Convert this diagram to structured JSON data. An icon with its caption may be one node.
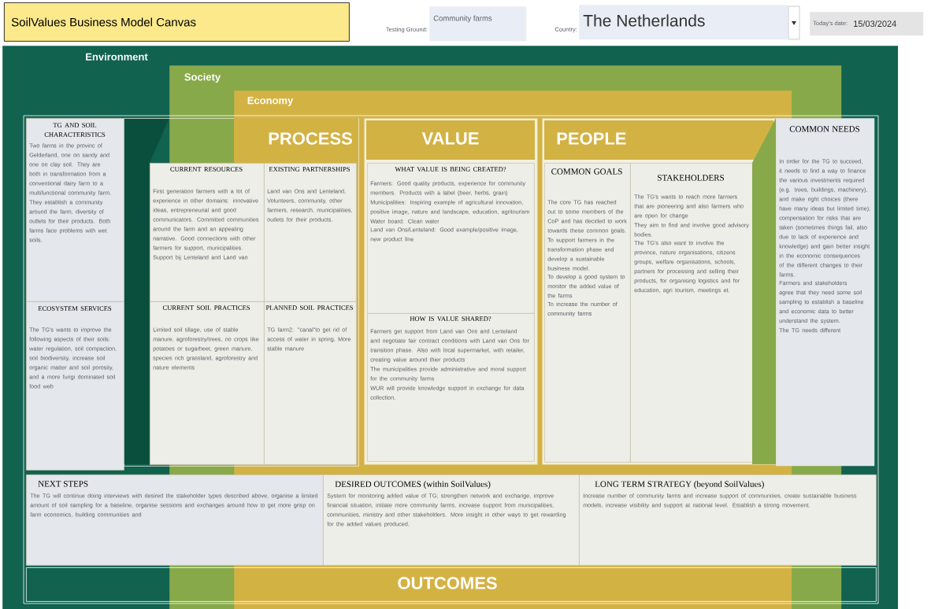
{
  "diagram": {
    "nodes": [
      {
        "text": [
          "SoilValues Business Model Canvas"
        ]
      },
      {
        "text": [
          "Community farms"
        ],
        "beside": [
          "Testing Ground:"
        ]
      },
      {
        "text": [
          "The Netherlands"
        ],
        "beside": [
          "Country:"
        ]
      },
      {
        "text": [
          "Today's date:",
          "15/03/2024"
        ]
      },
      {
        "text": [
          "Environment"
        ]
      },
      {
        "text": [
          "Society"
        ],
        "in": 4
      },
      {
        "text": [
          "Economy"
        ],
        "in": 5
      },
      {
        "text": [
          "TG AND SOIL CHARACTERISTICS",
          "Two farms in the provinc of Gelderland, one on sandy and one on clay soil. They are both in transformation from a conventional dairy farm to a multifunctional community farm. They establish a community around the farm, diversity of outlets for their products. Both farms face problems with wet soils."
        ],
        "in": 4
      },
      {
        "text": [
          "ECOSYSTEM SERVICES",
          "The TG's wants to improve the following aspects of their soils: water regulation, soil compaction, soil biodiversity, increase soil organic matter and soil porosity, and a more fungi dominated soil food web"
        ],
        "in": 4
      },
      {
        "text": [
          "PROCESS"
        ],
        "in": 4
      },
      {
        "text": [
          "CURRENT RESOURCES",
          "First generation farmers with a lot of experience in other domains: innovative ideas, entrepreneurial and good communicators. Committed communities around the farm and an appealing narrative. Good connections with other farmers for support, municipalities. Support bij Lenteland and Land van"
        ],
        "in": 9
      },
      {
        "text": [
          "EXISTING PARTNERSHIPS",
          "Land van Ons and Lenteland, Volunteers, community, other farmers, research, municipalities, outlets for their products."
        ]
      },
      {
        "text": [
          "CURRENT SOIL PRACTICES",
          "Limited soil tillage, use of stable manure, agroforestry/trees, no crops like potatoes or sugarbeet, green manure, species rich grassland, agroforestry and nature elements"
        ],
        "in": 9
      },
      {
        "text": [
          "PLANNED SOIL PRACTICES",
          "TG farm2: \"canal\"to get rid of access of water in spring, More stable manure"
        ]
      },
      {
        "text": [
          "VALUE"
        ],
        "in": 6
      },
      {
        "text": [
          "WHAT VALUE IS BEING CREATED?",
          "Farmers: Good quality products, experience for community members. Products with a label (beer, herbs, grain)",
          "Municipalities: Inspiring example of agricultural innovation, positive image, nature and landscape, education, agritourism",
          "Water board: Clean water",
          "Land van Ons/Lenteland: Good example/positive image, new product line"
        ],
        "in": 14
      },
      {
        "text": [
          "HOW IS VALUE SHARED?",
          "Farmers get support from Land van Ons and Lenteland and negotiate fair contract conditions with Land van Ons for transition phase. Also with local supermarket, with retailer, creating value around thier products",
          "The municipalities provide administrative and moral support for the community farms",
          "WUR will provide knowledge support in exchange for data collection."
        ],
        "in": 14
      },
      {
        "text": [
          "PEOPLE"
        ],
        "in": 6
      },
      {
        "text": [
          "COMMON GOALS",
          "The core TG has reached out to some members of the CoP and has decided to work towards these common goals.",
          "To support farmers in the transformation phase and develop a sustainable business model.",
          "To develop a good system to monitor the added value of the farms",
          "To increase the number of community farms"
        ],
        "in": 17
      },
      {
        "text": [
          "STAKEHOLDERS",
          "The TG's wants to reach more farmers that are pioneering and also farmers who are open for change",
          "They aim to find and involve good advisory bodies.",
          "The TG's also want to involve the province, nature organisations, citizens groups, welfare organisations, schools, partners for processing and selling their products, for organising logistics and for education, agri tourism, meetings et."
        ],
        "in": 17
      },
      {
        "text": [
          "COMMON NEEDS",
          "In order for the TG to succeed, it needs to find a way to finance the various investments required (e.g. trees, buildings, machinery), and make right choices (there have many ideas but limited time); compensation for risks that are taken (sometimes things fail, also due to lack of experience and knowledge) and gain better insight in the economic consequences of the different changes to their farms.",
          "Farmers and stakeholders agree that they need some soil sampling to establish a baseline and economic data to better understand the system.",
          "The TG needs different"
        ],
        "in": 4
      },
      {
        "text": [
          "NEXT STEPS",
          "The TG will continue doing interviews with desired the stakeholder types described above, organise a limited amount of soil sampling for a baseline, organise sessions and exchanges around how to get more grisp on farm economics, building communities and"
        ],
        "in": 4
      },
      {
        "text": [
          "DESIRED OUTCOMES (within SoilValues)",
          "System for monitoring added value of TG; strengthen network and exchange, improve financial situation, initiate more community farms, increase support from municipalities, communities, ministry and other stakeholders. More insight in other ways to get rewarding for the added values produced."
        ],
        "in": 6
      },
      {
        "text": [
          "LONG TERM STRATEGY (beyond SoilValues)",
          "Increase number of community farms and increase support of communities, create sustainable business models, increase visibility and support at national level. Establish a strong movement."
        ],
        "in": 4
      },
      {
        "text": [
          "OUTCOMES"
        ],
        "in": 4
      }
    ]
  }
}
